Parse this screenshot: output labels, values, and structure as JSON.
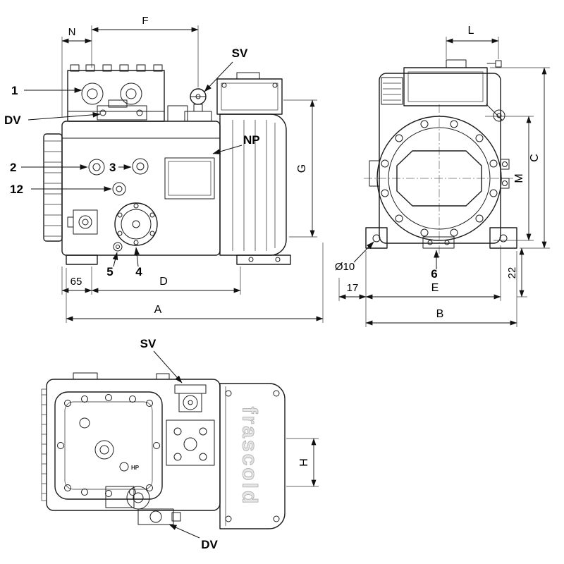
{
  "side_view": {
    "parts": {
      "n1": "1",
      "dv": "DV",
      "n2": "2",
      "n3": "3",
      "n12": "12",
      "n5": "5",
      "n4": "4",
      "sv": "SV",
      "np": "NP"
    },
    "dims": {
      "N": "N",
      "F": "F",
      "G": "G",
      "len65": "65",
      "D": "D",
      "A": "A"
    }
  },
  "front_view": {
    "parts": {
      "n6": "6"
    },
    "dims": {
      "L": "L",
      "C": "C",
      "M": "M",
      "len22": "22",
      "dia10": "Ø10",
      "len17": "17",
      "E": "E",
      "B": "B"
    }
  },
  "top_view": {
    "parts": {
      "sv": "SV",
      "dv": "DV"
    },
    "dims": {
      "H": "H"
    },
    "brand": "frascold",
    "hp": "HP"
  }
}
